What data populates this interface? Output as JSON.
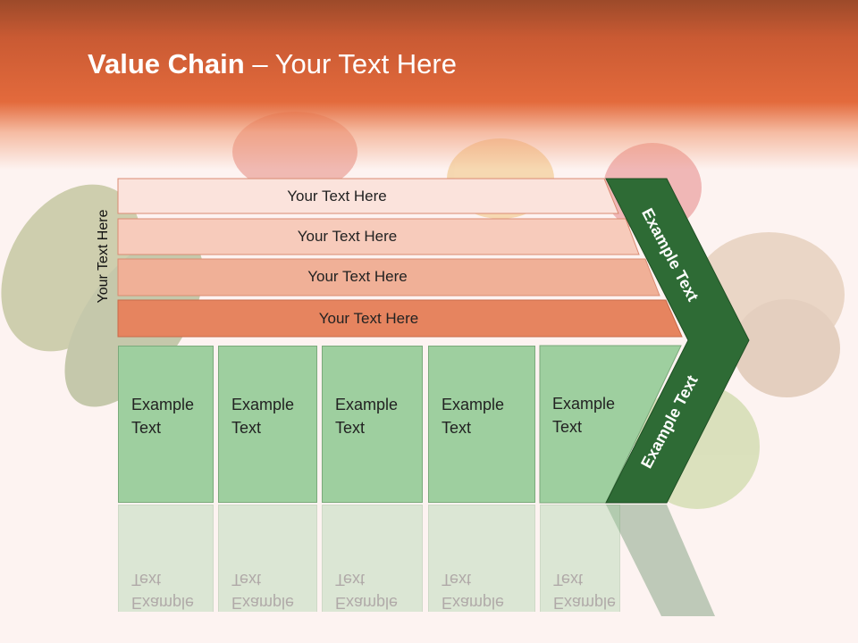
{
  "title": {
    "bold": "Value Chain",
    "rest": " – Your Text Here"
  },
  "side_label": "Your Text Here",
  "bands": [
    {
      "label": "Your Text Here",
      "color": "#fbe3dc"
    },
    {
      "label": "Your Text Here",
      "color": "#f7cbbb"
    },
    {
      "label": "Your Text Here",
      "color": "#f0b097"
    },
    {
      "label": "Your Text Here",
      "color": "#e6845f"
    }
  ],
  "columns": [
    {
      "line1": "Example",
      "line2": "Text"
    },
    {
      "line1": "Example",
      "line2": "Text"
    },
    {
      "line1": "Example",
      "line2": "Text"
    },
    {
      "line1": "Example",
      "line2": "Text"
    },
    {
      "line1": "Example",
      "line2": "Text"
    }
  ],
  "chevron": {
    "top_label": "Example Text",
    "bottom_label": "Example Text",
    "color": "#2e6b35"
  }
}
